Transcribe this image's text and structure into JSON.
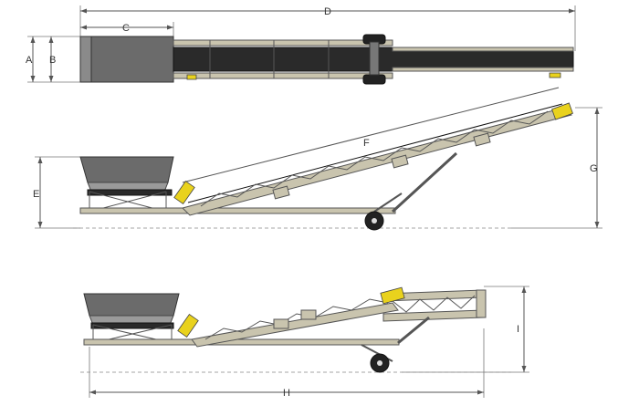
{
  "dimensions": {
    "A": "A",
    "B": "B",
    "C": "C",
    "D": "D",
    "E": "E",
    "F": "F",
    "G": "G",
    "H": "H",
    "I": "I"
  },
  "colors": {
    "steel": "#c9c4ae",
    "belt": "#2a2a2a",
    "hopper": "#6b6b6b",
    "accent": "#e9d21d"
  }
}
